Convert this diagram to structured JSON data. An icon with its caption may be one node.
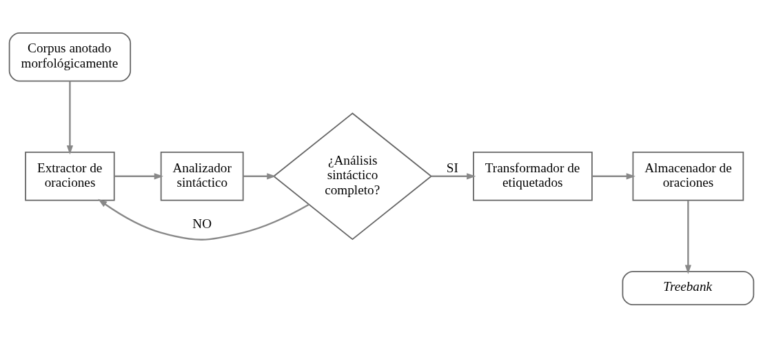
{
  "diagram": {
    "nodes": [
      {
        "text": [
          "Corpus anotado morfológicamente"
        ]
      },
      {
        "text": [
          "Extractor de oraciones"
        ]
      },
      {
        "text": [
          "Analizador sintáctico"
        ]
      },
      {
        "text": [
          "¿Análisis sintáctico completo?"
        ]
      },
      {
        "text": [
          "Transformador de etiquetados"
        ]
      },
      {
        "text": [
          "Almacenador de oraciones"
        ]
      },
      {
        "text": [
          "Treebank"
        ]
      }
    ],
    "edges": [
      {
        "from": 0,
        "to": 1,
        "arrow": "to"
      },
      {
        "from": 1,
        "to": 2,
        "arrow": "to"
      },
      {
        "from": 2,
        "to": 3,
        "arrow": "to"
      },
      {
        "from": 3,
        "to": 4,
        "arrow": "to",
        "label": "SI"
      },
      {
        "from": 3,
        "to": 1,
        "arrow": "to",
        "label": "NO"
      },
      {
        "from": 4,
        "to": 5,
        "arrow": "to"
      },
      {
        "from": 5,
        "to": 6,
        "arrow": "to"
      }
    ]
  }
}
